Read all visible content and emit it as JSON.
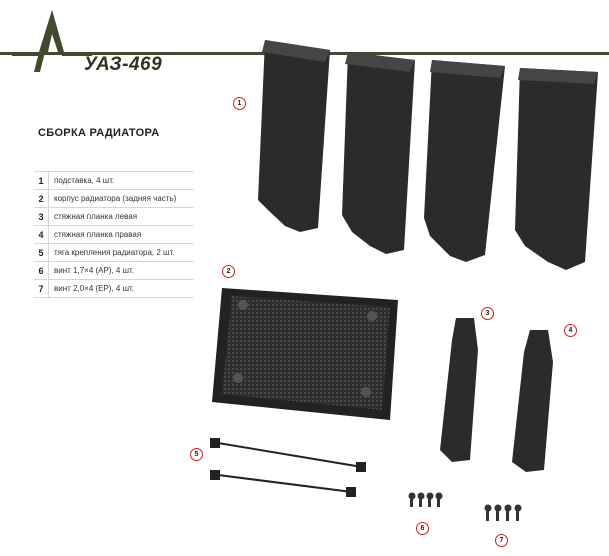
{
  "header": {
    "model": "УАЗ-469",
    "brand_icon": "star-outline-icon",
    "accent_color": "#3f4a2f"
  },
  "section": {
    "title": "СБОРКА РАДИАТОРА"
  },
  "parts": [
    {
      "num": "1",
      "desc": "подставка, 4 шт."
    },
    {
      "num": "2",
      "desc": "корпус радиатора (задняя часть)"
    },
    {
      "num": "3",
      "desc": "стяжная планка левая"
    },
    {
      "num": "4",
      "desc": "стяжная планка правая"
    },
    {
      "num": "5",
      "desc": "тяга крепления радиатора, 2 шт."
    },
    {
      "num": "6",
      "desc": "винт 1,7×4 (AP), 4 шт."
    },
    {
      "num": "7",
      "desc": "винт 2,0×4 (ЕР), 4 шт."
    }
  ],
  "callouts": [
    "1",
    "2",
    "3",
    "4",
    "5",
    "6",
    "7"
  ],
  "callout_color": "#c8241c"
}
